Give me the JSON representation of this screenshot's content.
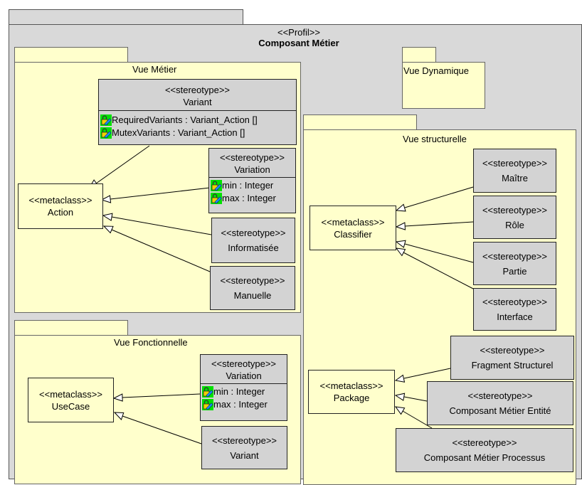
{
  "profile": {
    "stereotype": "<<Profil>>",
    "name": "Composant Métier"
  },
  "vue_metier": {
    "name": "Vue Métier",
    "action_meta": {
      "stereotype": "<<metaclass>>",
      "name": "Action"
    },
    "variant": {
      "stereotype": "<<stereotype>>",
      "name": "Variant",
      "attributes": [
        {
          "icon": "attribute-lock-icon",
          "text": "RequiredVariants : Variant_Action []"
        },
        {
          "icon": "attribute-lock-icon",
          "text": "MutexVariants : Variant_Action []"
        }
      ]
    },
    "variation": {
      "stereotype": "<<stereotype>>",
      "name": "Variation",
      "attributes": [
        {
          "icon": "attribute-lock-icon",
          "text": "min : Integer"
        },
        {
          "icon": "attribute-lock-icon",
          "text": "max : Integer"
        }
      ]
    },
    "informatisee": {
      "stereotype": "<<stereotype>>",
      "name": "Informatisée"
    },
    "manuelle": {
      "stereotype": "<<stereotype>>",
      "name": "Manuelle"
    }
  },
  "vue_fonctionnelle": {
    "name": "Vue Fonctionnelle",
    "usecase_meta": {
      "stereotype": "<<metaclass>>",
      "name": "UseCase"
    },
    "variation": {
      "stereotype": "<<stereotype>>",
      "name": "Variation",
      "attributes": [
        {
          "icon": "attribute-lock-icon",
          "text": "min : Integer"
        },
        {
          "icon": "attribute-lock-icon",
          "text": "max : Integer"
        }
      ]
    },
    "variant": {
      "stereotype": "<<stereotype>>",
      "name": "Variant"
    }
  },
  "vue_dynamique": {
    "name": "Vue Dynamique"
  },
  "vue_structurelle": {
    "name": "Vue structurelle",
    "classifier_meta": {
      "stereotype": "<<metaclass>>",
      "name": "Classifier"
    },
    "maitre": {
      "stereotype": "<<stereotype>>",
      "name": "Maître"
    },
    "role": {
      "stereotype": "<<stereotype>>",
      "name": "Rôle"
    },
    "partie": {
      "stereotype": "<<stereotype>>",
      "name": "Partie"
    },
    "interface": {
      "stereotype": "<<stereotype>>",
      "name": "Interface"
    },
    "package_meta": {
      "stereotype": "<<metaclass>>",
      "name": "Package"
    },
    "fragment": {
      "stereotype": "<<stereotype>>",
      "name": "Fragment Structurel"
    },
    "entite": {
      "stereotype": "<<stereotype>>",
      "name": "Composant Métier Entité"
    },
    "processus": {
      "stereotype": "<<stereotype>>",
      "name": "Composant Métier Processus"
    }
  },
  "colors": {
    "profile_fill": "#d9d9d9",
    "package_fill": "#ffffcc",
    "stereotype_fill": "#d3d3d3",
    "icon_green": "#00e000"
  }
}
